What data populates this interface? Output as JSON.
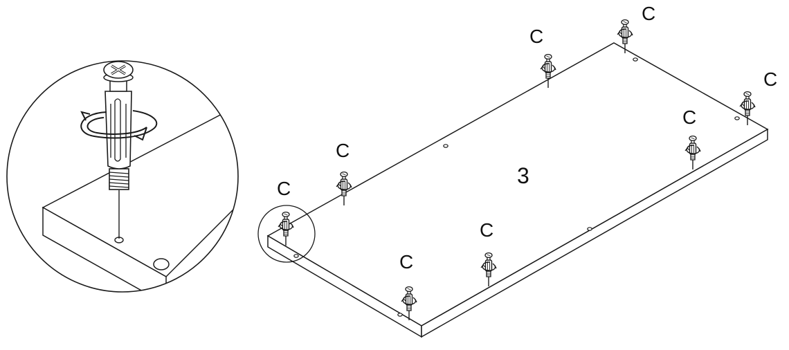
{
  "diagram": {
    "panel_number": "3",
    "part_label": "C",
    "stroke_color": "#1a1a1a",
    "background_color": "#ffffff",
    "screw_count": 8,
    "detail_view": {
      "shows": "cam-bolt-being-screwed-into-panel-hole",
      "rotation_arrow": "clockwise-turn"
    }
  }
}
